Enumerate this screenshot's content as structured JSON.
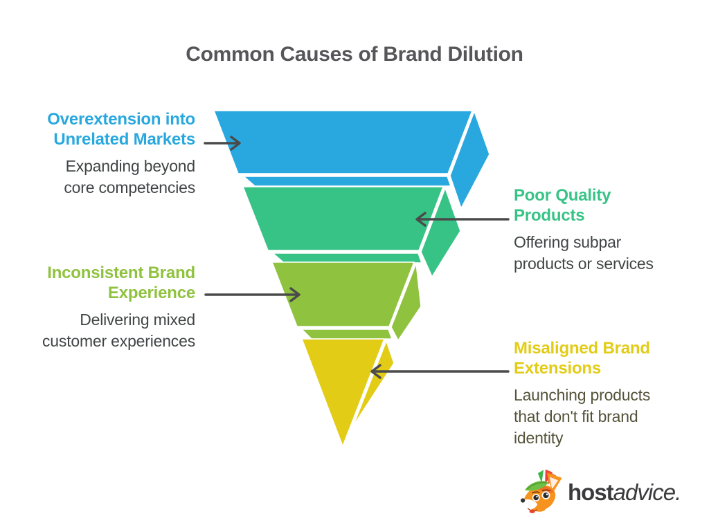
{
  "title": "Common Causes of Brand Dilution",
  "funnel": {
    "tiers": [
      {
        "rank": 1,
        "color": "#28A8DF",
        "label_lines": [
          "Overextension into",
          "Unrelated Markets"
        ],
        "description_lines": [
          "Expanding beyond",
          "core competencies"
        ],
        "description_color": "#414546",
        "callout_side": "left"
      },
      {
        "rank": 2,
        "color": "#38C386",
        "label_lines": [
          "Poor Quality",
          "Products"
        ],
        "description_lines": [
          "Offering subpar",
          "products or services"
        ],
        "description_color": "#414546",
        "callout_side": "right"
      },
      {
        "rank": 3,
        "color": "#8FC23E",
        "label_lines": [
          "Inconsistent Brand",
          "Experience"
        ],
        "description_lines": [
          "Delivering mixed",
          "customer experiences"
        ],
        "description_color": "#414546",
        "callout_side": "left"
      },
      {
        "rank": 4,
        "color": "#E2CC16",
        "label_lines": [
          "Misaligned Brand",
          "Extensions"
        ],
        "description_lines": [
          "Launching products",
          "that don't fit brand",
          "identity"
        ],
        "description_color": "#55523A",
        "callout_side": "right"
      }
    ]
  },
  "arrows": {
    "color": "#4A4A4A"
  },
  "title_color": "#56565A",
  "logo": {
    "icon": "fox-mascot",
    "brand_bold": "host",
    "brand_rest": "advice."
  }
}
